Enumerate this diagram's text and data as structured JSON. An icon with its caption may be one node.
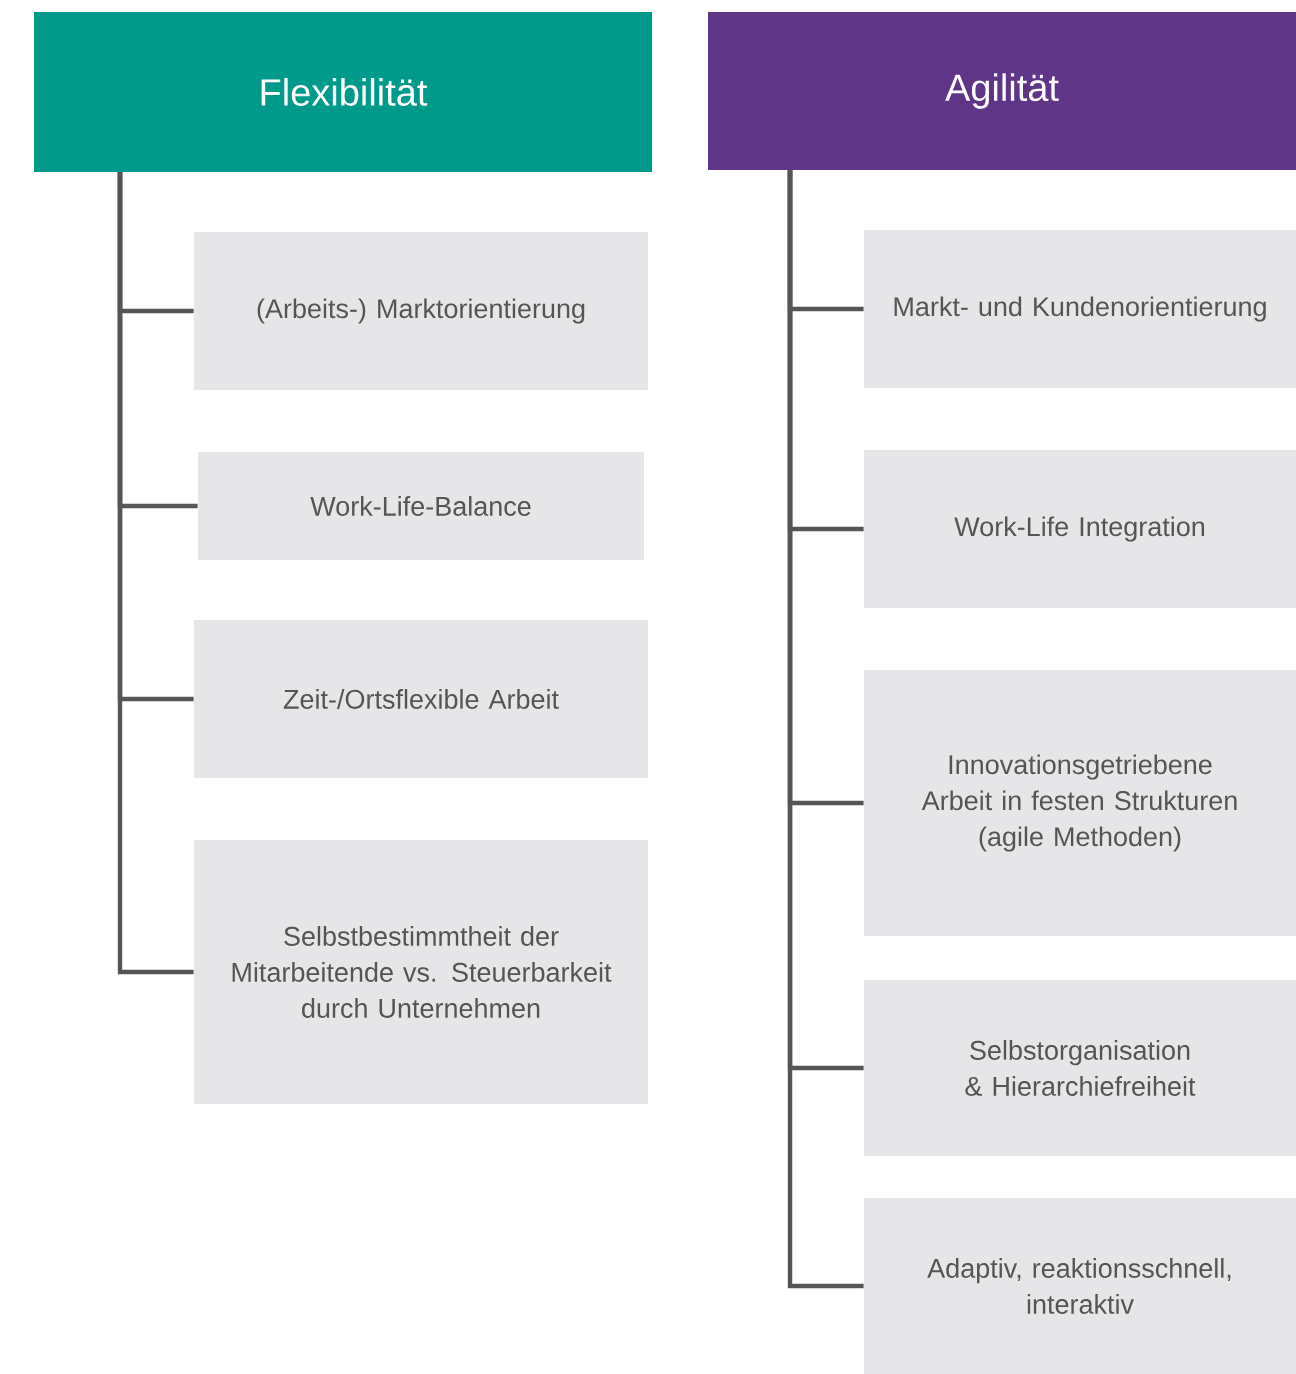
{
  "diagram": {
    "nodes": [
      {
        "text": [
          "Flexibilität"
        ]
      },
      {
        "text": [
          "(Arbeits-) Marktorientierung"
        ]
      },
      {
        "text": [
          "Work-Life-Balance"
        ]
      },
      {
        "text": [
          "Zeit-/Ortsflexible Arbeit"
        ]
      },
      {
        "text": [
          "Selbstbestimmtheit der Mitarbeitende vs. Steuerbarkeit durch Unternehmen"
        ]
      },
      {
        "text": [
          "Agilität"
        ]
      },
      {
        "text": [
          "Markt- und Kundenorientierung"
        ]
      },
      {
        "text": [
          "Work-Life Integration"
        ]
      },
      {
        "text": [
          "Innovationsgetriebene Arbeit in festen Strukturen (agile Methoden)"
        ]
      },
      {
        "text": [
          "Selbstorganisation & Hierarchiefreiheit"
        ]
      },
      {
        "text": [
          "Adaptiv, reaktionsschnell, interaktiv"
        ]
      }
    ],
    "edges": [
      {
        "from": 0,
        "to": 1,
        "arrow": "none"
      },
      {
        "from": 0,
        "to": 2,
        "arrow": "none"
      },
      {
        "from": 0,
        "to": 3,
        "arrow": "none"
      },
      {
        "from": 0,
        "to": 4,
        "arrow": "none"
      },
      {
        "from": 5,
        "to": 6,
        "arrow": "none"
      },
      {
        "from": 5,
        "to": 7,
        "arrow": "none"
      },
      {
        "from": 5,
        "to": 8,
        "arrow": "none"
      },
      {
        "from": 5,
        "to": 9,
        "arrow": "none"
      },
      {
        "from": 5,
        "to": 10,
        "arrow": "none"
      }
    ]
  }
}
